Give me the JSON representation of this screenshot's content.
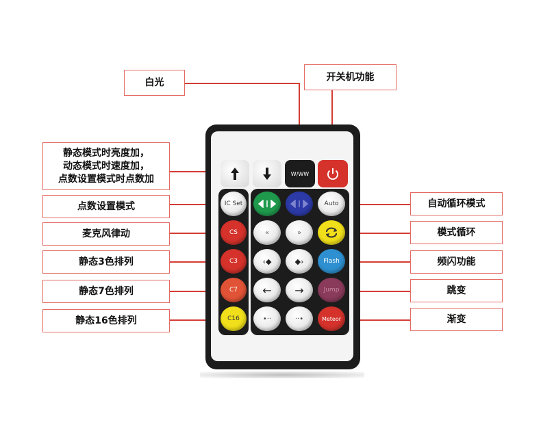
{
  "labels": {
    "white_light": "白光",
    "power": "开关机功能",
    "brightness_speed": "静态模式时亮度加，\n动态模式时速度加，\n点数设置模式时点数加",
    "point_setting": "点数设置模式",
    "mic_rhythm": "麦克风律动",
    "static3": "静态3色排列",
    "static7": "静态7色排列",
    "static16": "静态16色排列",
    "auto_cycle": "自动循环模式",
    "mode_cycle": "模式循环",
    "flash": "频闪功能",
    "jump": "跳变",
    "gradient": "渐变"
  },
  "keys": {
    "ww": "W/WW",
    "ic_set": "IC Set",
    "auto": "Auto",
    "cs": "CS",
    "c3": "C3",
    "c7": "C7",
    "c16": "C16",
    "flash": "Flash",
    "jump": "Jump",
    "meteor": "Meteor"
  },
  "icons": {
    "up": "arrow-up",
    "down": "arrow-down",
    "power": "power",
    "mode_cycle": "cycle-arrows",
    "speed_back": "double-chevron-left",
    "speed_fwd": "double-chevron-right",
    "dir_left": "arrow-left",
    "dir_right": "arrow-right"
  },
  "colors": {
    "callout_line": "#d43c34",
    "callout_border": "#e36a62",
    "remote_body": "#1c1c1c",
    "green": "#1f9a4d",
    "blue": "#2c3aa8",
    "red": "#d4322b",
    "yellow": "#f0df1a",
    "flash_blue": "#2e90d0",
    "jump_purple": "#8a3a5a",
    "orange_red": "#e15336"
  }
}
